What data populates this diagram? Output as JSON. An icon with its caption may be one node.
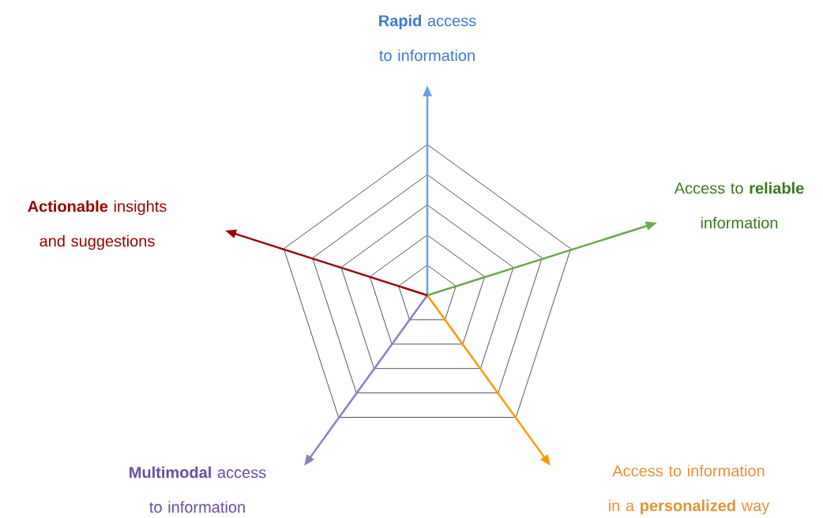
{
  "diagram": {
    "nodes": [
      {
        "text": [
          "**Rapid** access to information"
        ]
      },
      {
        "text": [
          "Access to **reliable** information"
        ]
      },
      {
        "text": [
          "Access to information in a **personalized** way"
        ]
      },
      {
        "text": [
          "**Multimodal** access to information"
        ]
      },
      {
        "text": [
          "**Actionable** insights and suggestions"
        ]
      }
    ],
    "edges": [
      {
        "from": null,
        "to": 0,
        "arrow": "to",
        "color": "#6d9eeb"
      },
      {
        "from": null,
        "to": 1,
        "arrow": "to",
        "color": "#6aa84f"
      },
      {
        "from": null,
        "to": 2,
        "arrow": "to",
        "color": "#ff9900"
      },
      {
        "from": null,
        "to": 3,
        "arrow": "to",
        "color": "#8e7cc3"
      },
      {
        "from": null,
        "to": 4,
        "arrow": "to",
        "color": "#990000"
      }
    ]
  }
}
